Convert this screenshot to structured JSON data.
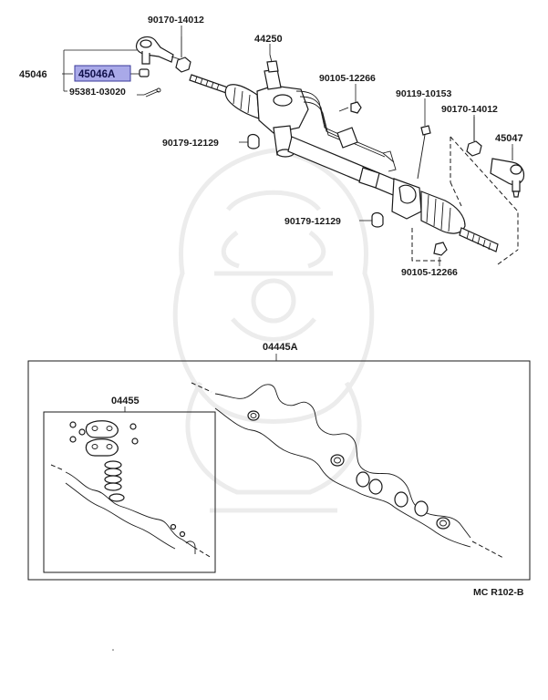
{
  "labels": {
    "p45046": "45046",
    "p45046a": "45046A",
    "p95381": "95381-03020",
    "p90170a": "90170-14012",
    "p44250": "44250",
    "p90105a": "90105-12266",
    "p90119": "90119-10153",
    "p90170b": "90170-14012",
    "p45047": "45047",
    "p90179a": "90179-12129",
    "p90179b": "90179-12129",
    "p90105b": "90105-12266",
    "p04445a": "04445A",
    "p04455": "04455",
    "ref": "MC R102-B"
  },
  "colors": {
    "highlight_fill": "#a9a9e8",
    "highlight_stroke": "#3a3a9a",
    "line": "#1a1a1a",
    "watermark": "#ececec"
  }
}
